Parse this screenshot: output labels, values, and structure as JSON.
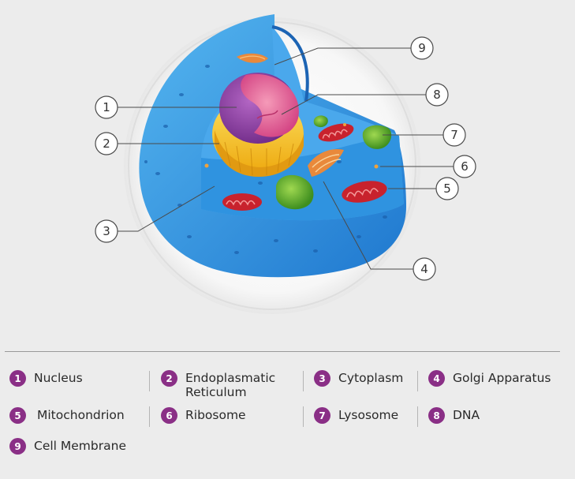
{
  "callouts": [
    {
      "num": "1"
    },
    {
      "num": "2"
    },
    {
      "num": "3"
    },
    {
      "num": "4"
    },
    {
      "num": "5"
    },
    {
      "num": "6"
    },
    {
      "num": "7"
    },
    {
      "num": "8"
    },
    {
      "num": "9"
    }
  ],
  "legend": [
    {
      "num": "1",
      "label": "Nucleus"
    },
    {
      "num": "2",
      "label": "Endoplasmatic\nReticulum"
    },
    {
      "num": "3",
      "label": "Cytoplasm"
    },
    {
      "num": "4",
      "label": "Golgi Apparatus"
    },
    {
      "num": "5",
      "label": "Mitochondrion"
    },
    {
      "num": "6",
      "label": "Ribosome"
    },
    {
      "num": "7",
      "label": "Lysosome"
    },
    {
      "num": "8",
      "label": "DNA"
    },
    {
      "num": "9",
      "label": "Cell Membrane"
    }
  ],
  "colors": {
    "background": "#ececec",
    "badge": "#8a2f86",
    "cytoplasm": "#2f93e0",
    "membrane": "#1f6fc2",
    "nucleus": "#8e3fa3",
    "nucleolus": "#e35f96",
    "er": "#f6c51c",
    "mitochondrion": "#c8222d",
    "lysosome": "#5fb02a",
    "golgi": "#e9893b"
  },
  "icons": {
    "legend_marker": "numbered-circle-badge"
  }
}
